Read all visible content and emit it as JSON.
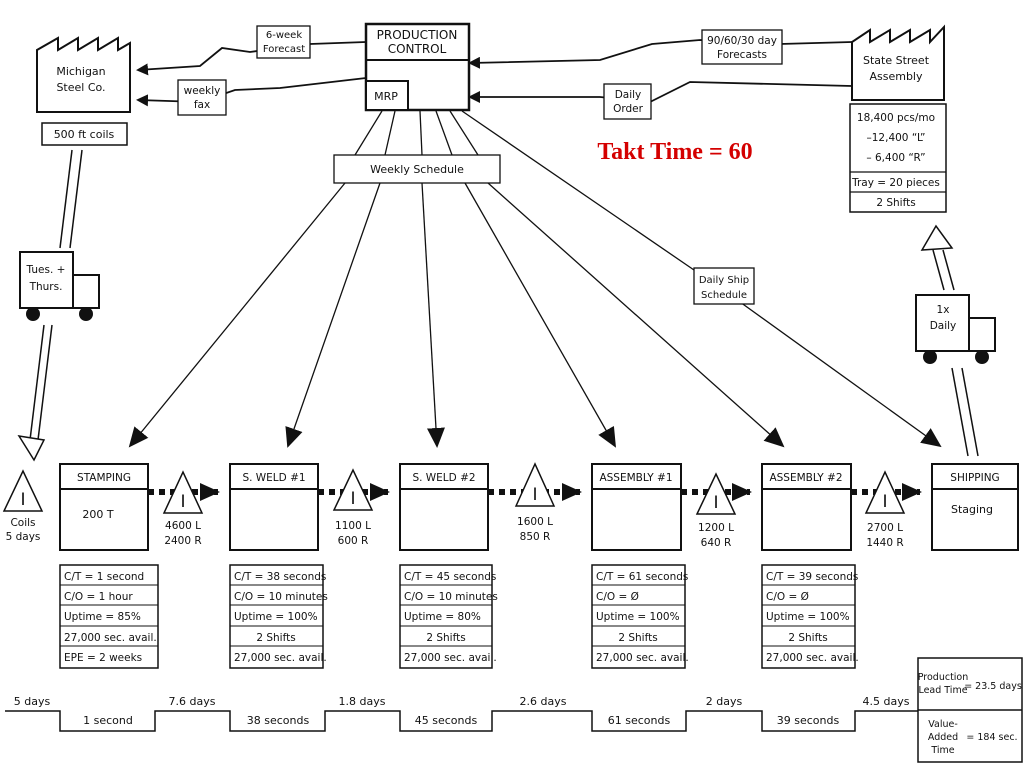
{
  "production_control": {
    "line1": "PRODUCTION",
    "line2": "CONTROL",
    "mrp": "MRP"
  },
  "supplier": {
    "line1": "Michigan",
    "line2": "Steel Co.",
    "material": "500 ft coils"
  },
  "customer": {
    "line1": "State Street",
    "line2": "Assembly",
    "demand": {
      "line1": "18,400 pcs/mo",
      "line2": "–12,400 “L”",
      "line3": "– 6,400 “R”"
    },
    "tray": "Tray = 20 pieces",
    "shifts": "2 Shifts"
  },
  "info_flows": {
    "forecast_6wk": {
      "line1": "6-week",
      "line2": "Forecast"
    },
    "weekly_fax": {
      "line1": "weekly",
      "line2": "fax"
    },
    "forecasts_909060": {
      "line1": "90/60/30 day",
      "line2": "Forecasts"
    },
    "daily_order": {
      "line1": "Daily",
      "line2": "Order"
    },
    "weekly_schedule": "Weekly Schedule",
    "daily_ship": {
      "line1": "Daily Ship",
      "line2": "Schedule"
    }
  },
  "takt": "Takt Time = 60",
  "trucks": {
    "inbound": {
      "line1": "Tues. +",
      "line2": "Thurs."
    },
    "outbound": {
      "line1": "1x",
      "line2": "Daily"
    }
  },
  "inventory": [
    {
      "symbol": "I",
      "line1": "Coils",
      "line2": "5 days"
    },
    {
      "symbol": "I",
      "line1": "4600 L",
      "line2": "2400 R"
    },
    {
      "symbol": "I",
      "line1": "1100 L",
      "line2": "600 R"
    },
    {
      "symbol": "I",
      "line1": "1600 L",
      "line2": "850 R"
    },
    {
      "symbol": "I",
      "line1": "1200 L",
      "line2": "640 R"
    },
    {
      "symbol": "I",
      "line1": "2700 L",
      "line2": "1440 R"
    }
  ],
  "processes": [
    {
      "name": "STAMPING",
      "body": "200 T",
      "data": [
        "C/T = 1 second",
        "C/O = 1 hour",
        "Uptime = 85%",
        "27,000 sec. avail.",
        "EPE = 2 weeks"
      ]
    },
    {
      "name": "S. WELD #1",
      "body": "",
      "data": [
        "C/T = 38 seconds",
        "C/O = 10 minutes",
        "Uptime = 100%",
        "2 Shifts",
        "27,000 sec. avail."
      ]
    },
    {
      "name": "S. WELD #2",
      "body": "",
      "data": [
        "C/T = 45 seconds",
        "C/O = 10 minutes",
        "Uptime = 80%",
        "2 Shifts",
        "27,000 sec. avail."
      ]
    },
    {
      "name": "ASSEMBLY #1",
      "body": "",
      "data": [
        "C/T = 61 seconds",
        "C/O = Ø",
        "Uptime = 100%",
        "2 Shifts",
        "27,000 sec. avail."
      ]
    },
    {
      "name": "ASSEMBLY #2",
      "body": "",
      "data": [
        "C/T = 39 seconds",
        "C/O = Ø",
        "Uptime = 100%",
        "2 Shifts",
        "27,000 sec. avail."
      ]
    },
    {
      "name": "SHIPPING",
      "body": "Staging",
      "data": []
    }
  ],
  "timeline": {
    "days": [
      "5 days",
      "7.6 days",
      "1.8 days",
      "2.6 days",
      "2 days",
      "4.5 days"
    ],
    "seconds": [
      "1 second",
      "38 seconds",
      "45 seconds",
      "61 seconds",
      "39 seconds"
    ]
  },
  "summary": {
    "lead_label1": "Production",
    "lead_label2": "Lead Time",
    "lead_value": "= 23.5 days",
    "va_label1": "Value-",
    "va_label2": "Added",
    "va_label3": "Time",
    "va_value": "= 184 sec."
  }
}
